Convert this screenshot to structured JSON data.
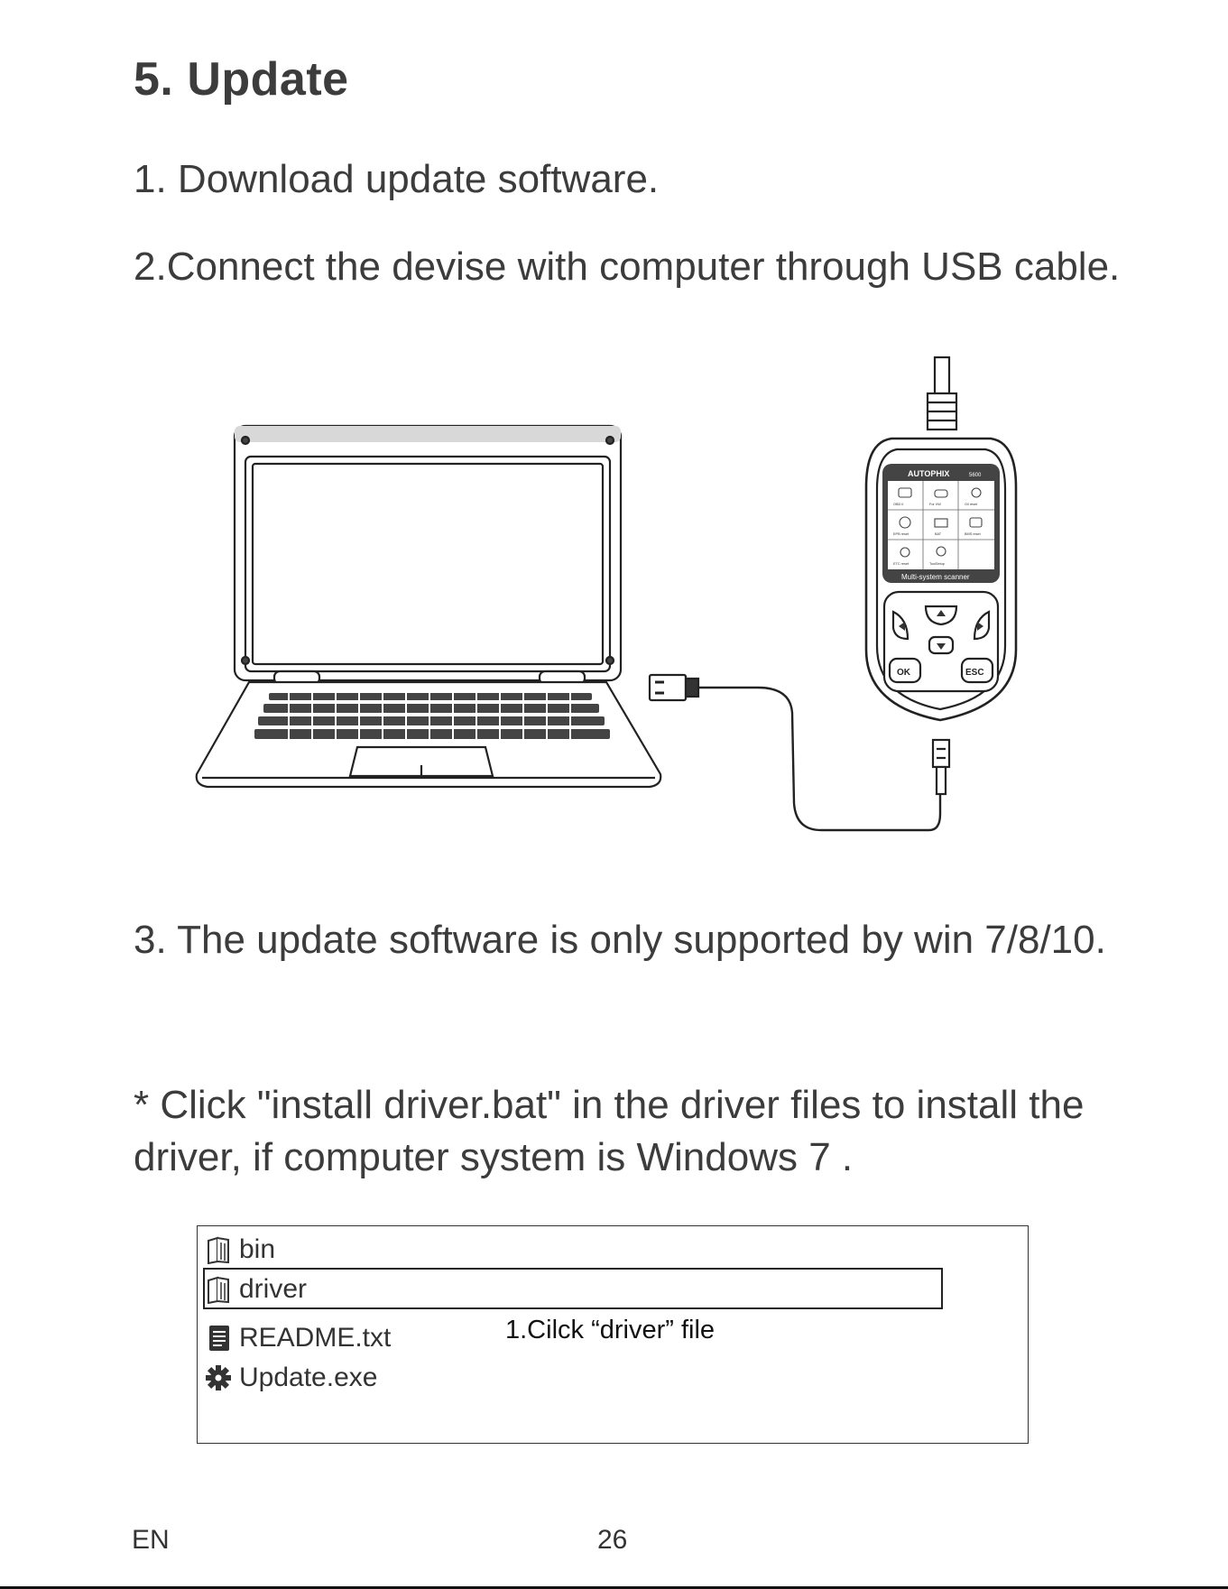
{
  "heading": "5. Update",
  "steps": {
    "step1": "1. Download update software.",
    "step2": "2.Connect the devise with computer through USB cable.",
    "step3": "3. The update software is only supported by win 7/8/10.",
    "note": "* Click \"install driver.bat\" in the driver files to install the driver, if computer system is Windows 7 ."
  },
  "illustration": {
    "brand": "AUTOPHIX",
    "model": "5600",
    "screen_caption": "Multi-system scanner",
    "menu_items": [
      "OBD II",
      "For VW",
      "Oil reset",
      "EPB reset",
      "BAT",
      "BMS reset",
      "ETC reset",
      "ToolSetup"
    ],
    "ok_label": "OK",
    "esc_label": "ESC"
  },
  "explorer": {
    "files": [
      {
        "name": "bin",
        "icon": "folder-icon"
      },
      {
        "name": "driver",
        "icon": "folder-icon"
      },
      {
        "name": "README.txt",
        "icon": "document-icon"
      },
      {
        "name": "Update.exe",
        "icon": "gear-icon"
      }
    ],
    "callout": "1.Cilck “driver” file"
  },
  "footer": {
    "lang": "EN",
    "page": "26"
  }
}
